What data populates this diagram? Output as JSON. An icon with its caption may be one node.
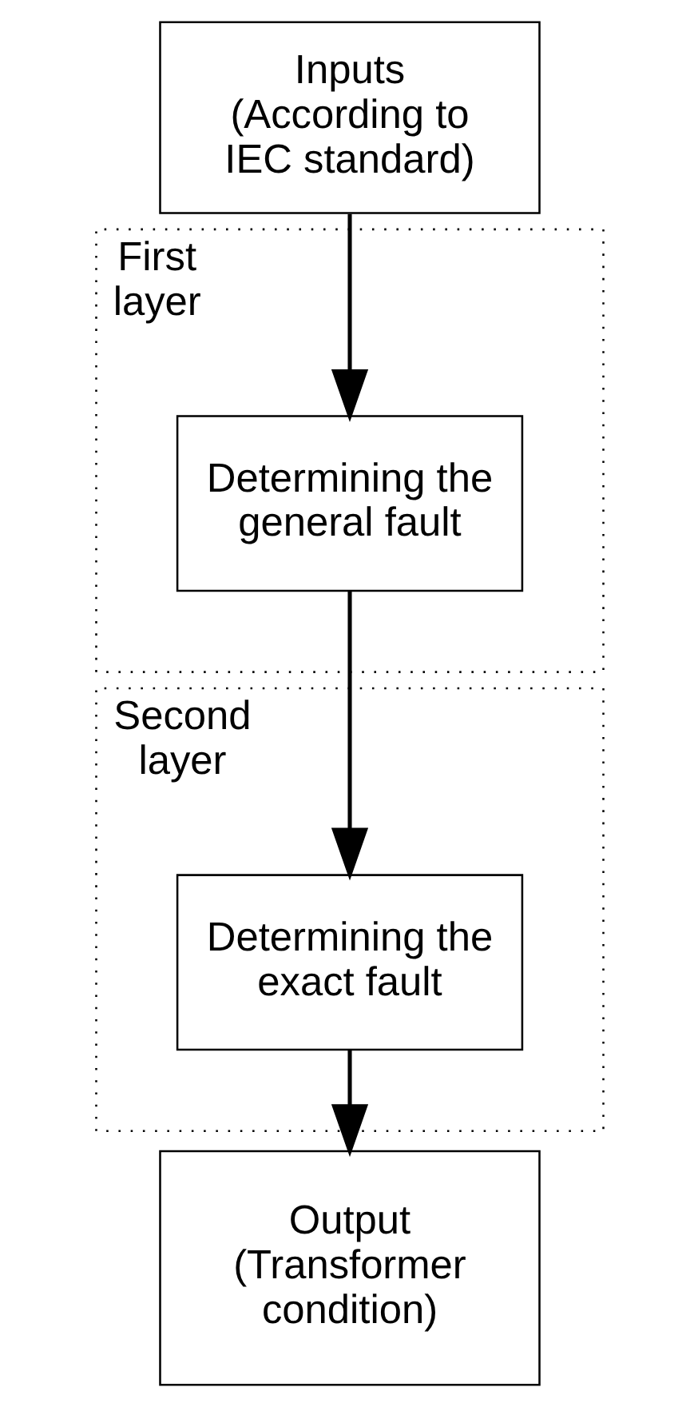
{
  "diagram": {
    "nodes": [
      {
        "text": [
          "Inputs (According to IEC standard)"
        ]
      },
      {
        "text": [
          "First layer"
        ]
      },
      {
        "text": [
          "Determining the general fault"
        ],
        "in": 1
      },
      {
        "text": [
          "Second layer"
        ]
      },
      {
        "text": [
          "Determining the exact fault"
        ],
        "in": 3
      },
      {
        "text": [
          "Output (Transformer condition)"
        ]
      }
    ],
    "edges": [
      {
        "from": 0,
        "to": 2,
        "arrow": "to"
      },
      {
        "from": 2,
        "to": 4,
        "arrow": "to"
      },
      {
        "from": 4,
        "to": 5,
        "arrow": "to"
      }
    ]
  }
}
